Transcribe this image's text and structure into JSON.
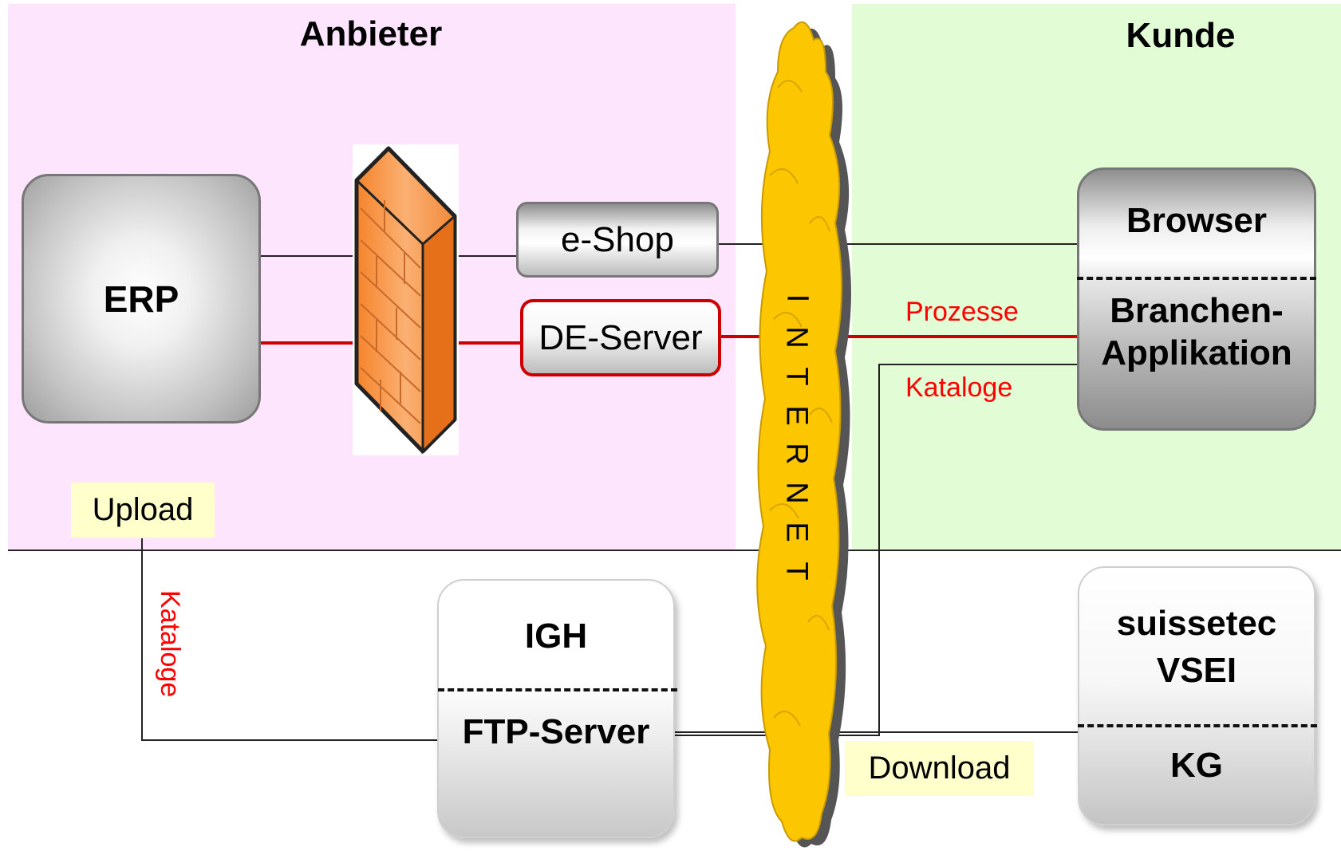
{
  "zones": {
    "anbieter": "Anbieter",
    "kunde": "Kunde"
  },
  "nodes": {
    "erp": "ERP",
    "eshop": "e-Shop",
    "deserver": "DE-Server",
    "browser_top": "Browser",
    "browser_bottom_1": "Branchen-",
    "browser_bottom_2": "Applikation",
    "igh_top": "IGH",
    "igh_bottom": "FTP-Server",
    "vsei_top_1": "suissetec",
    "vsei_top_2": "VSEI",
    "vsei_bottom": "KG"
  },
  "internet": [
    "I",
    "N",
    "T",
    "E",
    "R",
    "N",
    "E",
    "T"
  ],
  "labels": {
    "upload": "Upload",
    "download": "Download",
    "prozesse": "Prozesse",
    "kataloge_right": "Kataloge",
    "kataloge_left": "Kataloge"
  },
  "colors": {
    "anbieter_bg": "#fde5fd",
    "kunde_bg": "#e2fcd6",
    "red_link": "#cc0000",
    "firewall": "#f7933a",
    "cloud": "#fcc600",
    "label_bg": "#ffffcc"
  },
  "icons": {
    "firewall": "brick-wall-icon",
    "internet": "cloud-icon"
  }
}
